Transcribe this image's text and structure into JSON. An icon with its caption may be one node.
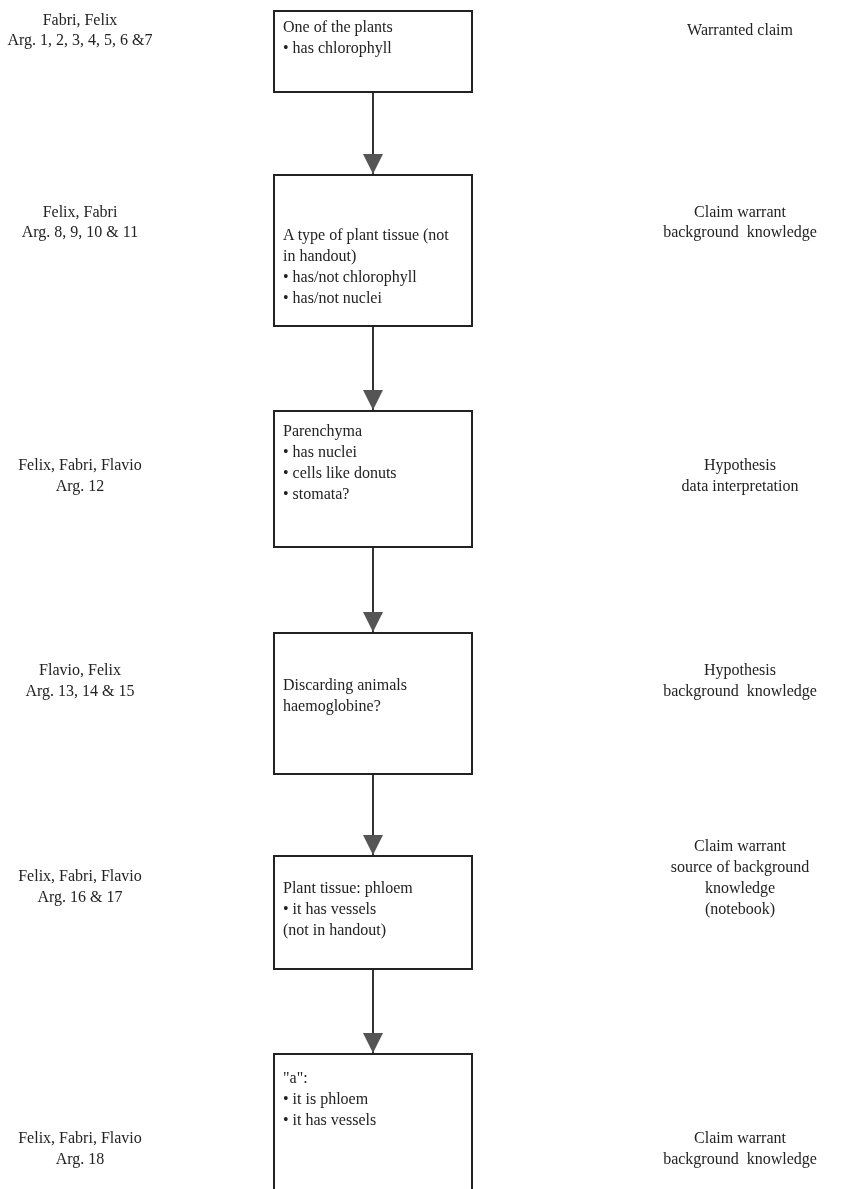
{
  "diagram": {
    "nodes": [
      {
        "text": [
          "One of the plants",
          "• has chlorophyll"
        ]
      },
      {
        "text": [
          "A type of plant tissue (not in handout)",
          "• has/not chlorophyll",
          "• has/not nuclei"
        ]
      },
      {
        "text": [
          "Parenchyma",
          "• has nuclei",
          "• cells like donuts",
          "• stomata?"
        ]
      },
      {
        "text": [
          "Discarding animals haemoglobine?"
        ]
      },
      {
        "text": [
          "Plant tissue: phloem",
          "• it has vessels",
          "(not in handout)"
        ]
      },
      {
        "text": [
          "\"a\":",
          "• it is phloem",
          "• it has vessels"
        ]
      }
    ],
    "edges": [
      {
        "from": 0,
        "to": 1,
        "arrow": "to"
      },
      {
        "from": 1,
        "to": 2,
        "arrow": "to"
      },
      {
        "from": 2,
        "to": 3,
        "arrow": "to"
      },
      {
        "from": 3,
        "to": 4,
        "arrow": "to"
      },
      {
        "from": 4,
        "to": 5,
        "arrow": "to"
      }
    ],
    "labels": [
      "Fabri, Felix",
      "Arg. 1, 2, 3, 4, 5, 6 &7",
      "Warranted claim",
      "Felix, Fabri",
      "Arg. 8, 9, 10 & 11",
      "Claim warrant",
      "background  knowledge",
      "Felix, Fabri, Flavio",
      "Arg. 12",
      "Hypothesis",
      "data interpretation",
      "Flavio, Felix",
      "Arg. 13, 14 & 15",
      "Hypothesis",
      "background  knowledge",
      "Felix, Fabri, Flavio",
      "Arg. 16 & 17",
      "Claim warrant",
      "source of background",
      "knowledge",
      "(notebook)",
      "Felix, Fabri, Flavio",
      "Arg. 18",
      "Claim warrant",
      "background  knowledge"
    ]
  }
}
